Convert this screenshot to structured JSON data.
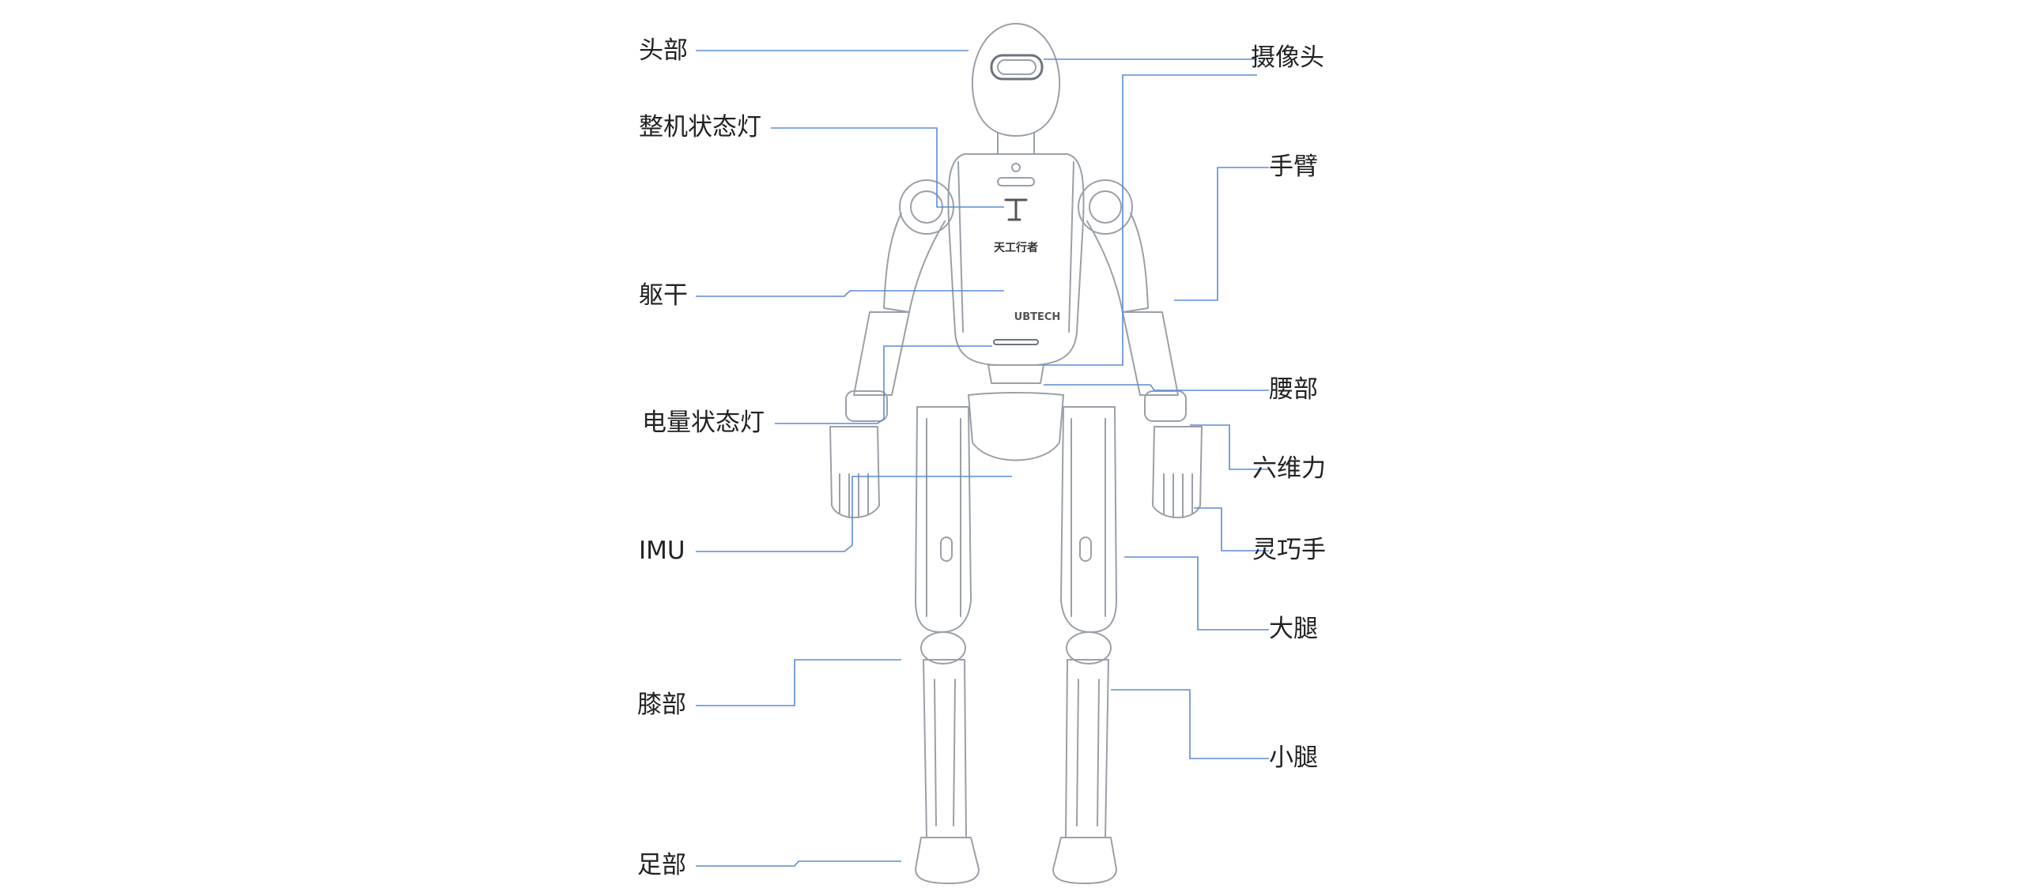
{
  "diagram": {
    "labels": {
      "head": "头部",
      "status_light": "整机状态灯",
      "torso": "躯干",
      "battery_light": "电量状态灯",
      "imu": "IMU",
      "knee": "膝部",
      "foot": "足部",
      "camera": "摄像头",
      "arm": "手臂",
      "waist": "腰部",
      "six_axis_force": "六维力",
      "dexterous_hand": "灵巧手",
      "thigh": "大腿",
      "shank": "小腿"
    },
    "robot_markings": {
      "chest_name": "天工行者",
      "brand": "UBTECH"
    },
    "colors": {
      "leader_line": "#5b8bd6",
      "robot_outline": "#9aa0a8",
      "robot_outline_dark": "#6d737b",
      "text": "#222222"
    }
  }
}
